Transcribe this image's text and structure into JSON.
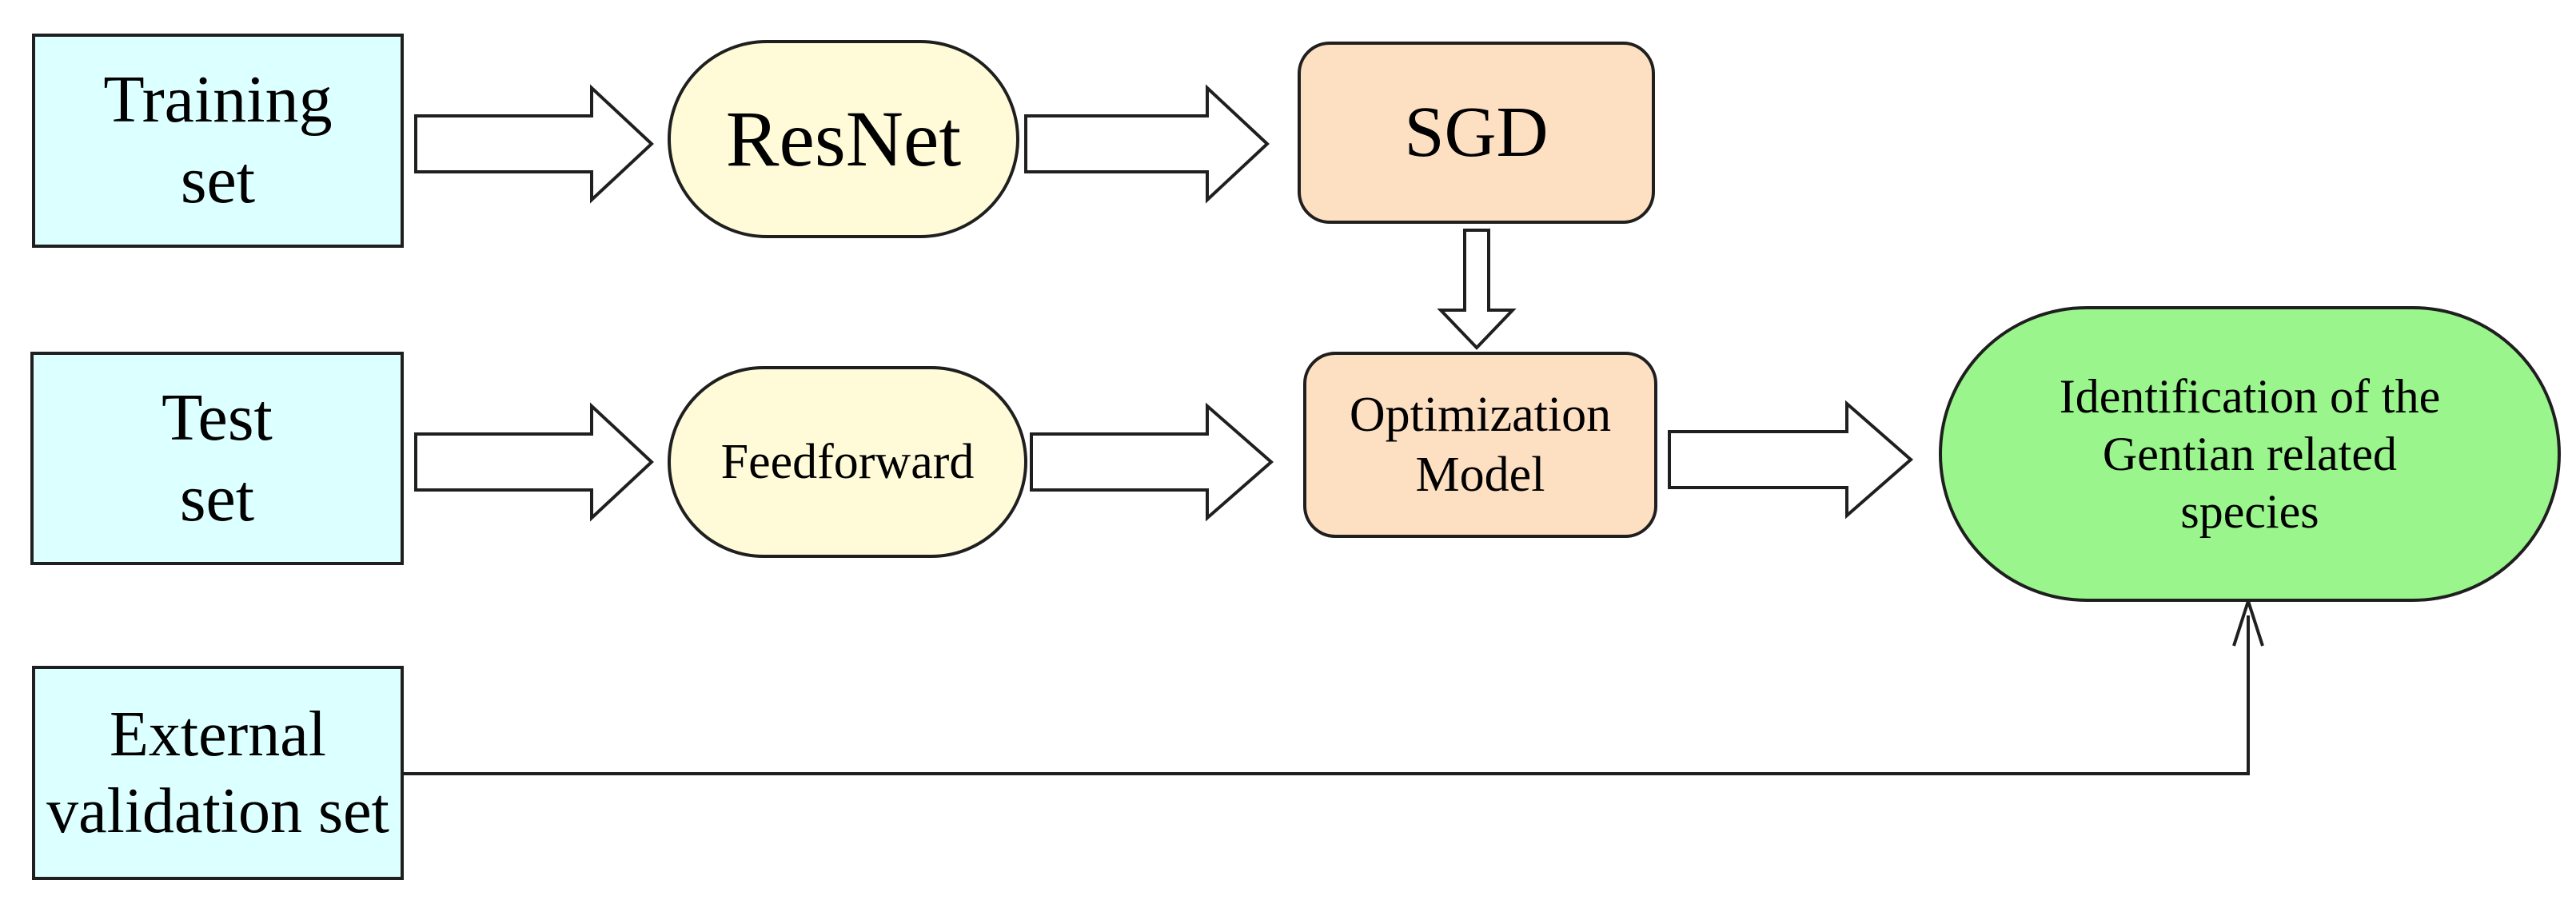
{
  "nodes": {
    "training_set": "Training\nset",
    "test_set": "Test\nset",
    "external_validation_set": "External\nvalidation set",
    "resnet": "ResNet",
    "feedforward": "Feedforward",
    "sgd": "SGD",
    "optimization_model": "Optimization\nModel",
    "identification": "Identification of the\nGentian related\nspecies"
  },
  "colors": {
    "input_fill": "#dcffff",
    "process_fill": "#fffbd9",
    "optimizer_fill": "#fddfc2",
    "output_fill": "#99f58c",
    "stroke": "#1f1f1f"
  }
}
